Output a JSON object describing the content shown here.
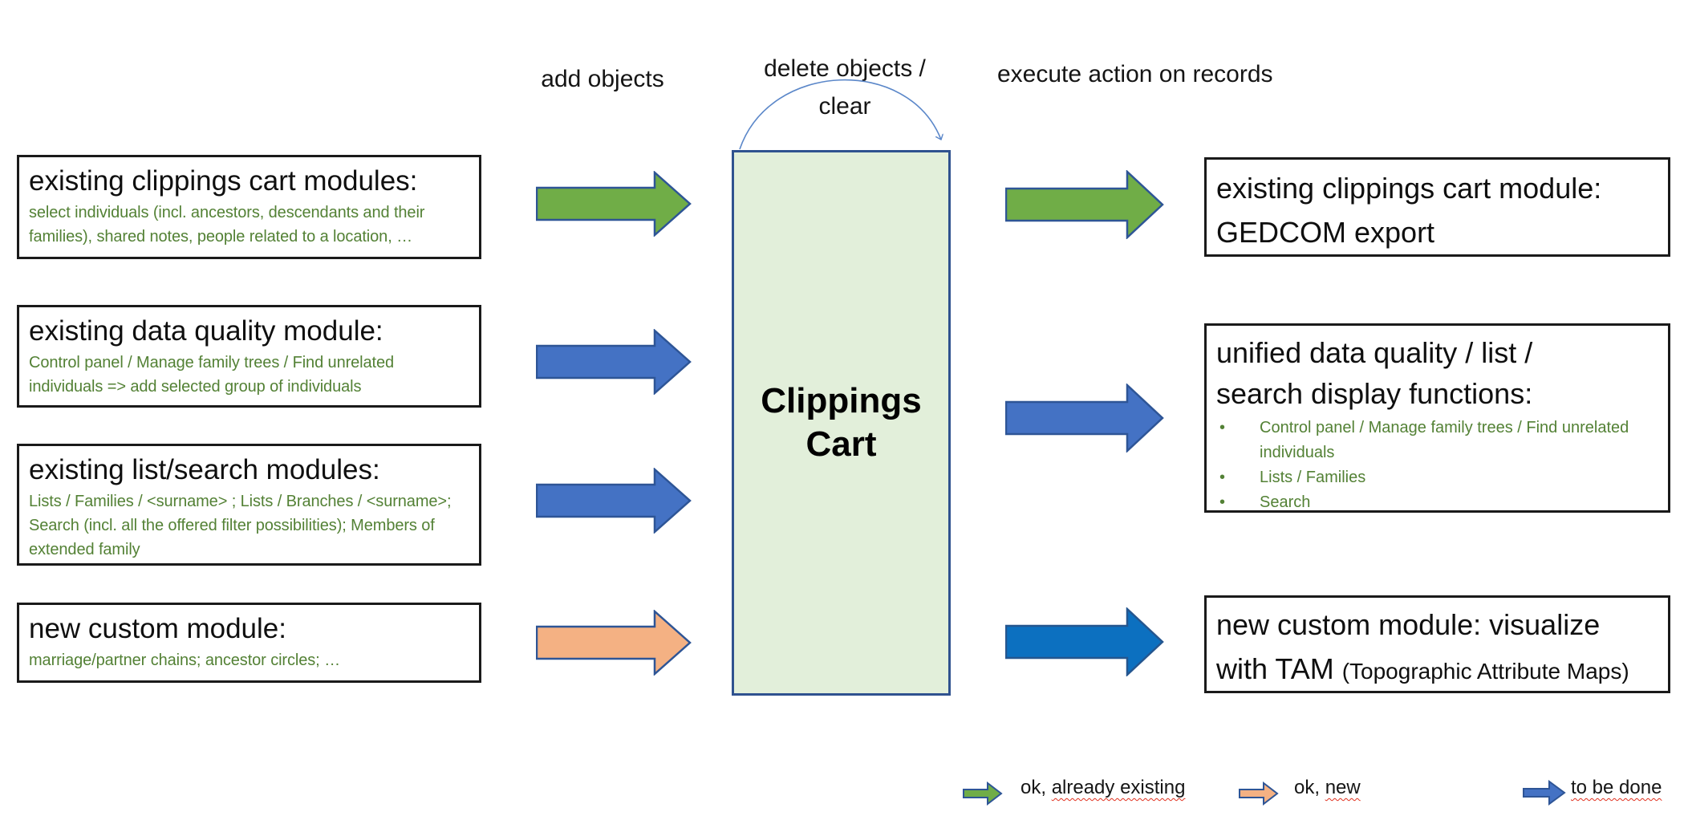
{
  "colors": {
    "green_arrow": "#70AD47",
    "blue_arrow": "#4472C4",
    "bright_blue_arrow": "#0C70C0",
    "bright_blue_border": "#25568F",
    "orange_arrow": "#F4B183",
    "arrow_border": "#2E5596",
    "cart_fill": "#E2EFDA",
    "cart_border": "#2F528F",
    "box_border": "#1A1A1A",
    "green_text": "#538135",
    "arc_color": "#5B87C9",
    "squiggle": "#E0301E"
  },
  "top_labels": {
    "add": "add objects",
    "delete_line1": "delete objects /",
    "delete_line2": "clear",
    "execute": "execute action on records"
  },
  "cart": {
    "title": "Clippings Cart"
  },
  "left_boxes": [
    {
      "title": "existing clippings cart modules:",
      "desc": "select individuals (incl. ancestors, descendants and their families), shared notes, people related to a location, …"
    },
    {
      "title": "existing data quality module:",
      "desc": "Control panel / Manage family trees / Find unrelated individuals => add selected group of individuals"
    },
    {
      "title": "existing list/search modules:",
      "desc": "Lists / Families / <surname> ; Lists / Branches / <surname>; Search (incl. all the offered filter possibilities); Members of extended family"
    },
    {
      "title": "new custom module:",
      "desc": "marriage/partner chains; ancestor circles; …"
    }
  ],
  "right_boxes": [
    {
      "line1": "existing clippings cart module:",
      "line2": "GEDCOM export"
    },
    {
      "line1": "unified data quality / list /",
      "line2": "search display functions:",
      "bullets": [
        "Control panel / Manage family trees / Find unrelated individuals",
        "Lists / Families",
        "Search"
      ]
    },
    {
      "line1": "new custom module: visualize",
      "line2_main": "with TAM ",
      "line2_small": "(Topographic Attribute Maps)"
    }
  ],
  "legend": [
    {
      "arrow": "green",
      "prefix": "ok, ",
      "underlined": "already existing"
    },
    {
      "arrow": "orange",
      "prefix": "ok, ",
      "underlined": "new"
    },
    {
      "arrow": "blue",
      "prefix": "",
      "underlined": "to be done"
    }
  ]
}
